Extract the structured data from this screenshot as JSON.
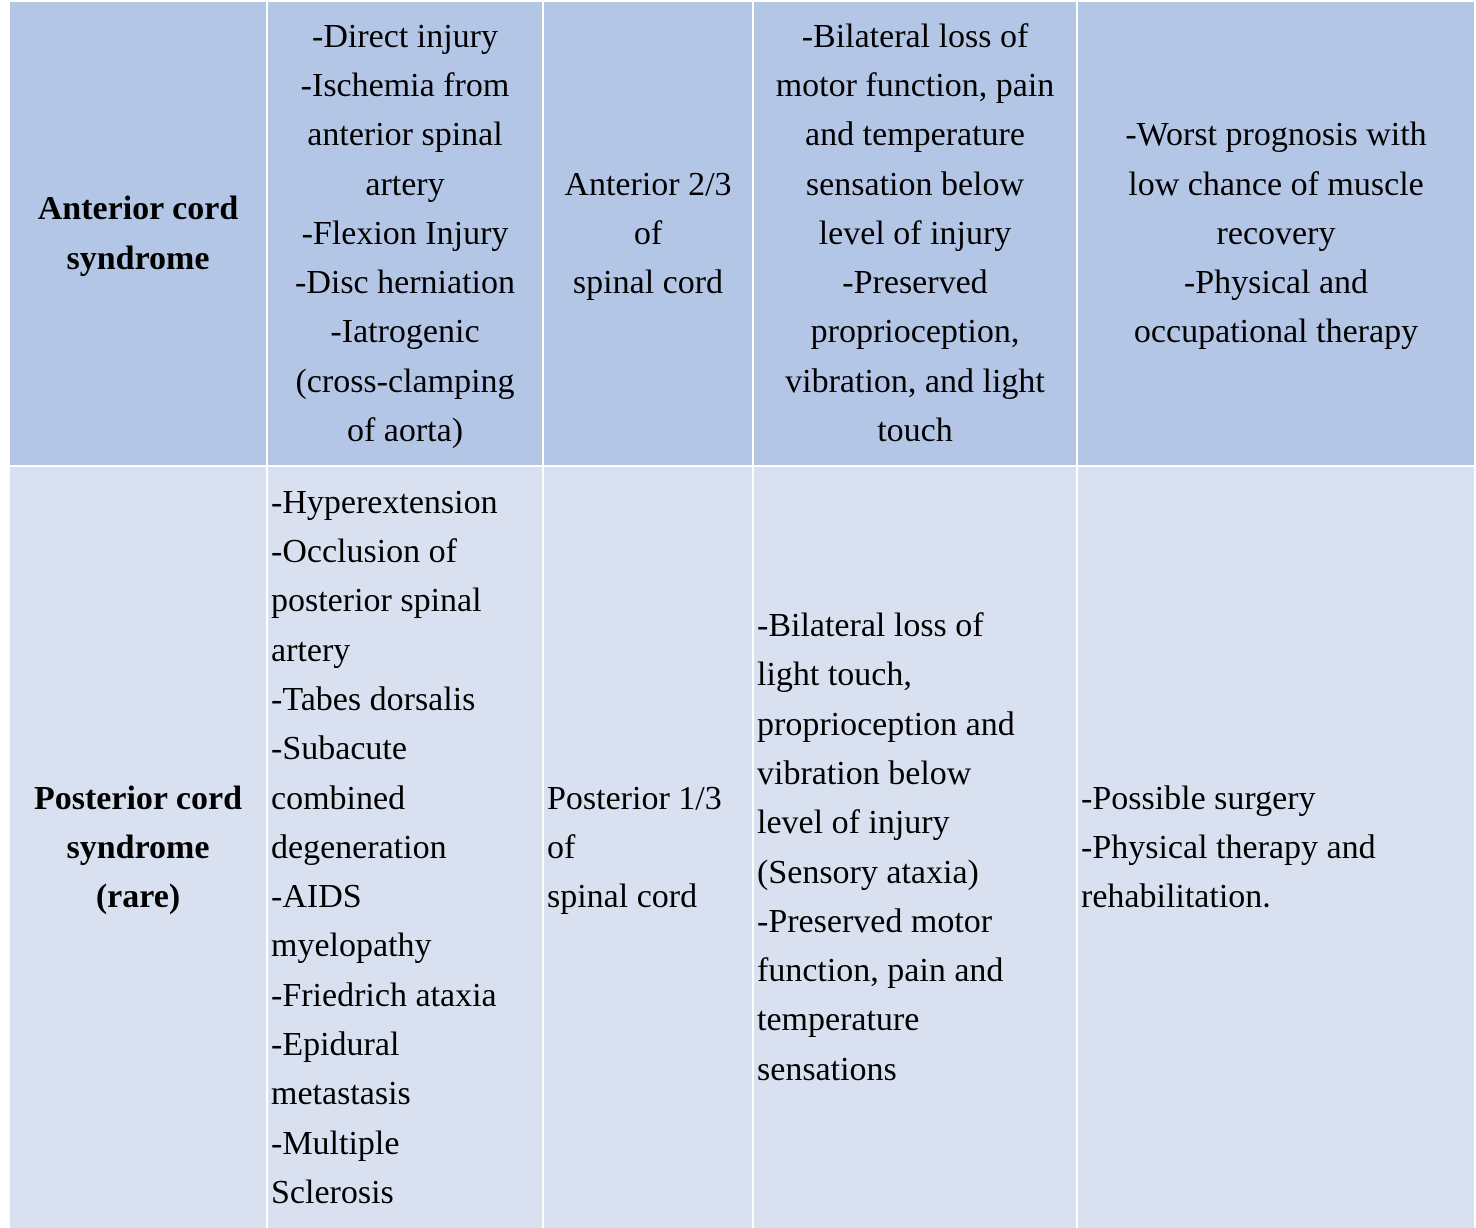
{
  "rows": [
    {
      "syndrome": [
        "Anterior cord",
        "syndrome"
      ],
      "causes": [
        "-Direct injury",
        "-Ischemia from",
        "anterior spinal",
        "artery",
        "-Flexion Injury",
        "-Disc herniation",
        "-Iatrogenic",
        "(cross-clamping",
        "of aorta)"
      ],
      "location": [
        "Anterior 2/3",
        "of",
        "spinal cord"
      ],
      "findings": [
        "-Bilateral loss of",
        "motor function, pain",
        "and temperature",
        "sensation below",
        "level of injury",
        "-Preserved",
        "proprioception,",
        "vibration, and light",
        "touch"
      ],
      "prognosis": [
        "-Worst prognosis with",
        "low chance of muscle",
        "recovery",
        "-Physical and",
        "occupational therapy"
      ]
    },
    {
      "syndrome": [
        "Posterior cord",
        "syndrome",
        "(rare)"
      ],
      "causes": [
        "-Hyperextension",
        "-Occlusion of",
        "posterior spinal",
        "artery",
        "-Tabes dorsalis",
        "-Subacute",
        "combined",
        "degeneration",
        "-AIDS",
        "myelopathy",
        "-Friedrich ataxia",
        "-Epidural",
        "metastasis",
        "-Multiple",
        "Sclerosis"
      ],
      "location": [
        "Posterior 1/3",
        "of",
        "spinal cord"
      ],
      "findings": [
        "-Bilateral loss of",
        "light touch,",
        "proprioception and",
        "vibration below",
        "level of injury",
        "(Sensory ataxia)",
        "-Preserved motor",
        "function, pain and",
        "temperature",
        "sensations"
      ],
      "prognosis": [
        "-Possible surgery",
        "-Physical therapy and",
        "rehabilitation."
      ]
    }
  ]
}
